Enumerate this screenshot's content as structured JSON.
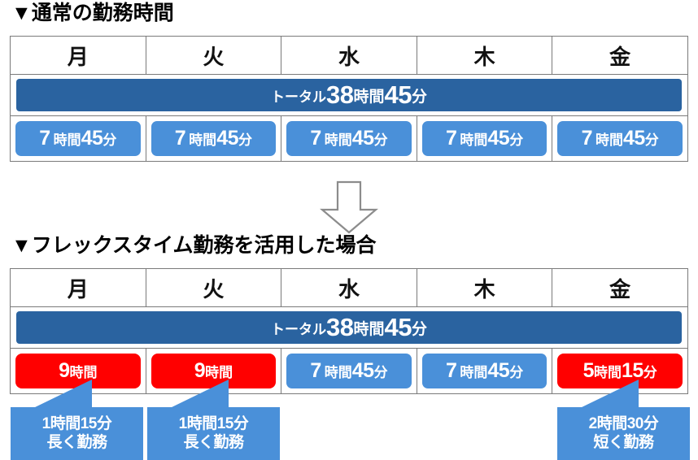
{
  "sections": [
    {
      "id": "normal",
      "heading": "▼通常の勤務時間",
      "day_headers": [
        "月",
        "火",
        "水",
        "木",
        "金"
      ],
      "total": {
        "label": "トータル",
        "hours": "38",
        "hours_unit": "時間",
        "minutes": "45",
        "minutes_unit": "分"
      },
      "days": [
        {
          "day": "月",
          "hours": "7",
          "hours_unit": "時間",
          "minutes": "45",
          "minutes_unit": "分",
          "color": "#4a90d9",
          "style": "blue"
        },
        {
          "day": "火",
          "hours": "7",
          "hours_unit": "時間",
          "minutes": "45",
          "minutes_unit": "分",
          "color": "#4a90d9",
          "style": "blue"
        },
        {
          "day": "水",
          "hours": "7",
          "hours_unit": "時間",
          "minutes": "45",
          "minutes_unit": "分",
          "color": "#4a90d9",
          "style": "blue"
        },
        {
          "day": "木",
          "hours": "7",
          "hours_unit": "時間",
          "minutes": "45",
          "minutes_unit": "分",
          "color": "#4a90d9",
          "style": "blue"
        },
        {
          "day": "金",
          "hours": "7",
          "hours_unit": "時間",
          "minutes": "45",
          "minutes_unit": "分",
          "color": "#4a90d9",
          "style": "blue"
        }
      ]
    },
    {
      "id": "flex",
      "heading": "▼フレックスタイム勤務を活用した場合",
      "day_headers": [
        "月",
        "火",
        "水",
        "木",
        "金"
      ],
      "total": {
        "label": "トータル",
        "hours": "38",
        "hours_unit": "時間",
        "minutes": "45",
        "minutes_unit": "分"
      },
      "days": [
        {
          "day": "月",
          "hours": "9",
          "hours_unit": "時間",
          "minutes": "",
          "minutes_unit": "",
          "color": "#ff0000",
          "style": "red"
        },
        {
          "day": "火",
          "hours": "9",
          "hours_unit": "時間",
          "minutes": "",
          "minutes_unit": "",
          "color": "#ff0000",
          "style": "red"
        },
        {
          "day": "水",
          "hours": "7",
          "hours_unit": "時間",
          "minutes": "45",
          "minutes_unit": "分",
          "color": "#4a90d9",
          "style": "blue"
        },
        {
          "day": "木",
          "hours": "7",
          "hours_unit": "時間",
          "minutes": "45",
          "minutes_unit": "分",
          "color": "#4a90d9",
          "style": "blue"
        },
        {
          "day": "金",
          "hours": "5",
          "hours_unit": "時間",
          "minutes": "15",
          "minutes_unit": "分",
          "color": "#ff0000",
          "style": "red"
        }
      ],
      "callouts": [
        {
          "day": "月",
          "amount": "1時間15分",
          "note": "長く勤務"
        },
        {
          "day": "火",
          "amount": "1時間15分",
          "note": "長く勤務"
        },
        {
          "day": "金",
          "amount": "2時間30分",
          "note": "短く勤務"
        }
      ]
    }
  ],
  "flow_arrow": {
    "direction": "down",
    "fill": "#ffffff",
    "stroke": "#8c8c8c"
  },
  "colors": {
    "total_bar": "#2a63a0",
    "normal_bar": "#4a90d9",
    "over_bar": "#ff0000",
    "callout": "#4a90d9",
    "grid_line": "#7a7a7a",
    "text": "#000000"
  }
}
